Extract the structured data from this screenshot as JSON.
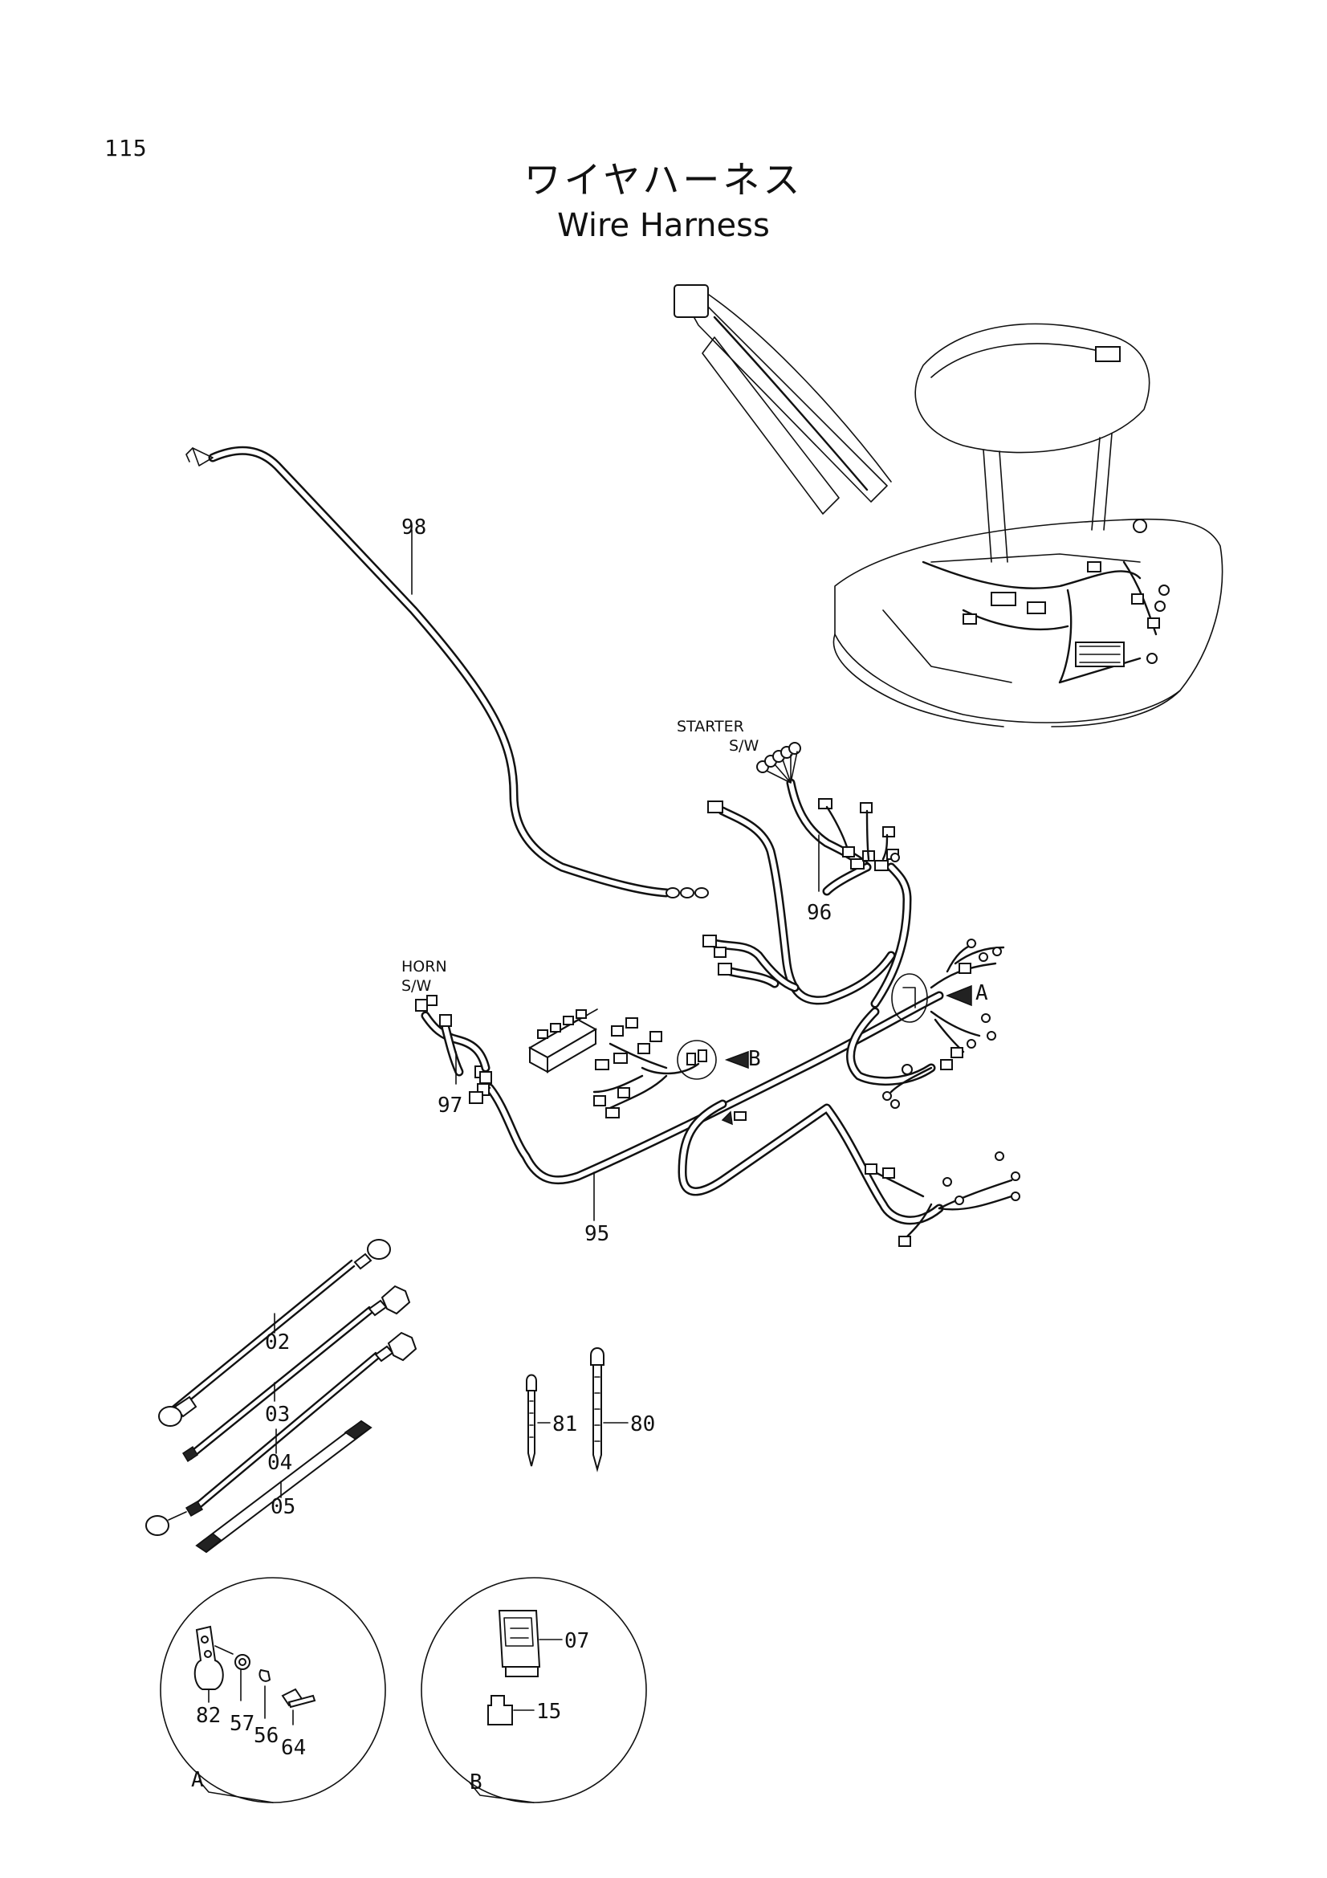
{
  "page": {
    "number": "115",
    "title_jp": "ワイヤハーネス",
    "title_en": "Wire Harness"
  },
  "callouts": {
    "starter_sw": {
      "line1": "STARTER",
      "line2": "S/W"
    },
    "horn_sw": {
      "line1": "HORN",
      "line2": "S/W"
    },
    "ref_a": "A",
    "ref_b": "B"
  },
  "part_numbers": {
    "p98": "98",
    "p96": "96",
    "p97": "97",
    "p95": "95",
    "p02": "02",
    "p03": "03",
    "p04": "04",
    "p05": "05",
    "p81": "81",
    "p80": "80",
    "p82": "82",
    "p57": "57",
    "p56": "56",
    "p64": "64",
    "p07": "07",
    "p15": "15"
  },
  "detail_views": {
    "a_label": "A",
    "b_label": "B"
  }
}
